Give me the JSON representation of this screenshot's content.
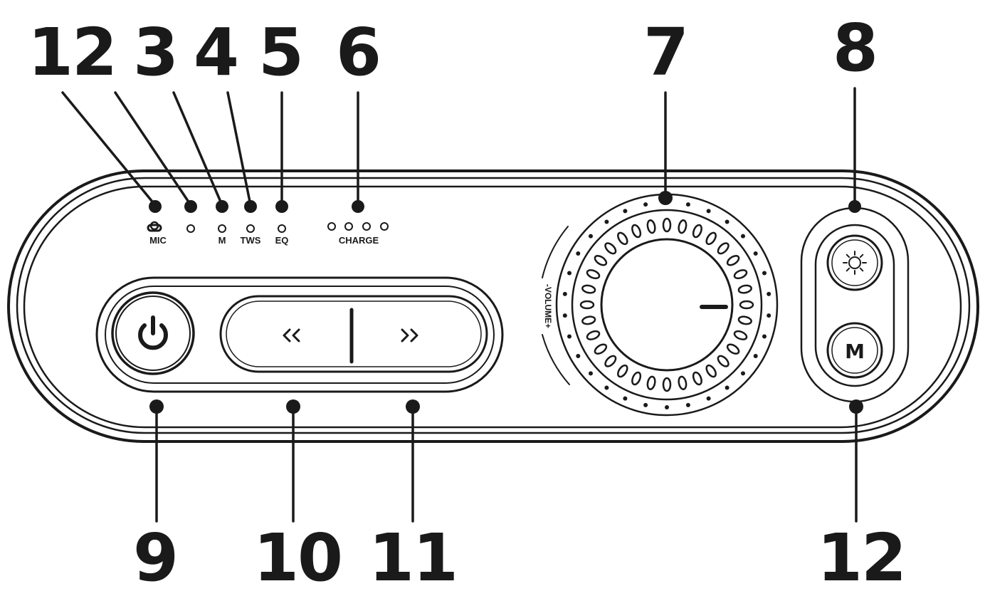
{
  "callouts": [
    "1",
    "2",
    "3",
    "4",
    "5",
    "6",
    "7",
    "8",
    "9",
    "10",
    "11",
    "12"
  ],
  "labels": {
    "mic": "MIC",
    "m": "M",
    "tws": "TWS",
    "eq": "EQ",
    "charge": "CHARGE",
    "volume": "-VOLUME+",
    "mode_button": "M"
  },
  "icons": {
    "power": "power-icon",
    "previous": "previous-icon",
    "next": "next-icon",
    "light": "light-icon"
  }
}
